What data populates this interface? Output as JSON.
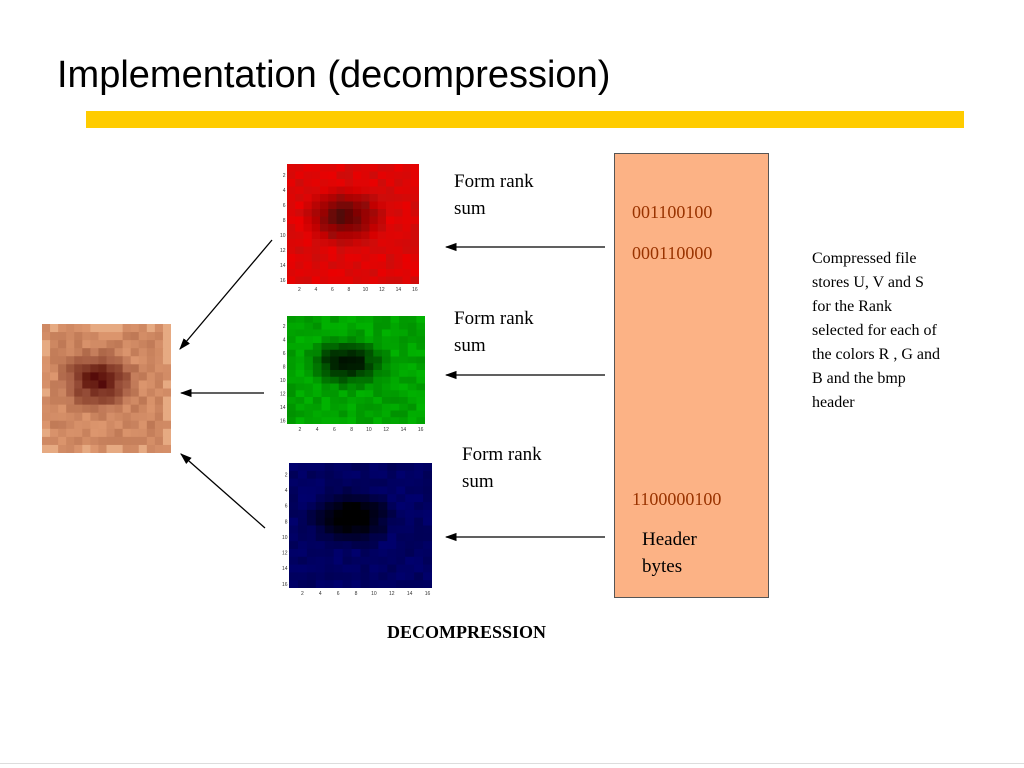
{
  "slide": {
    "title": "Implementation (decompression)",
    "accent_color": "#FFCC00",
    "store_color": "#FCB285",
    "code_color": "#993300"
  },
  "panels": [
    {
      "name": "red",
      "label": "Form rank sum",
      "y_ticks": [
        "2",
        "4",
        "6",
        "8",
        "10",
        "12",
        "14",
        "16"
      ],
      "x_ticks": [
        "2",
        "4",
        "6",
        "8",
        "10",
        "12",
        "14",
        "16"
      ]
    },
    {
      "name": "green",
      "label": "Form rank sum",
      "y_ticks": [
        "2",
        "4",
        "6",
        "8",
        "10",
        "12",
        "14",
        "16"
      ],
      "x_ticks": [
        "2",
        "4",
        "6",
        "8",
        "10",
        "12",
        "14",
        "16"
      ]
    },
    {
      "name": "blue",
      "label": "Form rank sum",
      "y_ticks": [
        "2",
        "4",
        "6",
        "8",
        "10",
        "12",
        "14",
        "16"
      ],
      "x_ticks": [
        "2",
        "4",
        "6",
        "8",
        "10",
        "12",
        "14",
        "16"
      ]
    }
  ],
  "store": {
    "code_1": "001100100",
    "code_2": "000110000",
    "code_3": "1100000100",
    "header_label": "Header bytes"
  },
  "note": "Compressed file stores U, V and S for the Rank selected for each of the colors R , G and B and the bmp header",
  "caption": "DECOMPRESSION"
}
